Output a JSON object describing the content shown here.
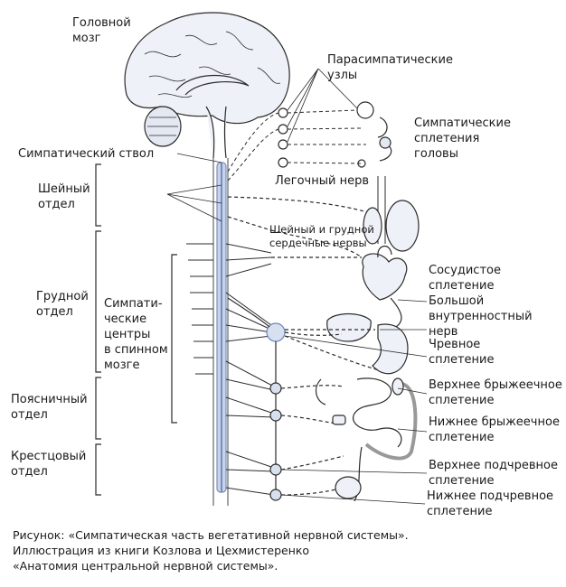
{
  "labels": {
    "brain": "Головной\nмозг",
    "parasympathetic_ganglia": "Парасимпатические\nузлы",
    "head_plexuses": "Симпатические\nсплетения\nголовы",
    "sympathetic_trunk": "Симпатический ствол",
    "pulmonary_nerve": "Легочный нерв",
    "cervical": "Шейный\nотдел",
    "cardiac_nerves": "Шейный и грудной\nсердечные нервы",
    "thoracic": "Грудной\nотдел",
    "sympathetic_centers": "Симпати-\nческие\nцентры\nв спинном\nмозге",
    "vascular_plexus": "Сосудистое\nсплетение",
    "greater_splanchnic": "Большой\nвнутренностный\nнерв",
    "celiac_plexus": "Чревное\nсплетение",
    "lumbar": "Поясничный\nотдел",
    "superior_mesenteric": "Верхнее брыжеечное\nсплетение",
    "inferior_mesenteric": "Нижнее брыжеечное\nсплетение",
    "sacral": "Крестцовый\nотдел",
    "superior_hypogastric": "Верхнее подчревное\nсплетение",
    "inferior_hypogastric": "Нижнее подчревное\nсплетение"
  },
  "caption": {
    "line1": "Рисунок: «Симпатическая часть вегетативной нервной системы».",
    "line2": "Иллюстрация из книги Козлова и Цехмистеренко",
    "line3": "«Анатомия центральной нервной системы»."
  }
}
